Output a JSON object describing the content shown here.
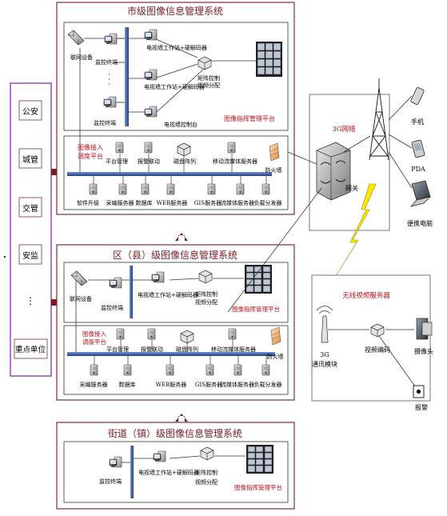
{
  "city": {
    "title": "市级图像信息管理系统",
    "labels": {
      "network_device": "联网设备",
      "monitor_terminal": "监控终端",
      "tv_workstation_a": "电视墙工作站+硬解码器",
      "tv_workstation_b": "电视墙工作站+硬解码器",
      "tv_console": "电视墙控制台",
      "matrix": "矩阵控制\n视频分配",
      "command_platform": "图像指挥管理平台",
      "access_platform": "图像接入\n调度平台",
      "platform_mgmt": "平台管理",
      "alarm_link": "报警联动",
      "disk_array": "磁盘阵列",
      "mobile_stream": "移动流媒体服务器",
      "firewall": "防火墙",
      "software_upgrade": "软件升级",
      "collect_server": "采编服务器",
      "database": "数据库",
      "web_server": "WEB服务器",
      "gis_server": "GIS服务器",
      "stream_server": "流媒体服务器",
      "load_balance": "负载分发器"
    }
  },
  "district": {
    "title": "区（县）级图像信息管理系统",
    "labels": {
      "network_device": "联网设备",
      "monitor_terminal": "监控终端",
      "tv_workstation": "电视墙工作站+硬解码器",
      "matrix": "矩阵控制\n视频分配",
      "command_platform": "图像指挥管理平台",
      "access_platform": "图像接入\n调度平台",
      "platform_mgmt": "平台管理",
      "alarm_link": "报警联动",
      "disk_array": "磁盘阵列",
      "mobile_stream": "移动流媒体服务器",
      "firewall": "防火墙",
      "collect_server": "采编服务器",
      "database": "数据库",
      "web_server": "WEB服务器",
      "gis_server": "GIS服务器",
      "stream_server": "流媒体服务器",
      "load_balance": "负载分发器"
    }
  },
  "street": {
    "title": "街道（镇）级图像信息管理系统",
    "labels": {
      "monitor_terminal": "监控终端",
      "tv_workstation": "电视墙工作站+硬解码器",
      "matrix": "矩阵控制\n视频分配",
      "command_platform": "图像指挥管理平台"
    }
  },
  "departments": [
    "公安",
    "城管",
    "交管",
    "安监",
    "⋮",
    "重点单位"
  ],
  "network": {
    "title": "3G网络",
    "gateway": "网关",
    "phone": "手机",
    "pda": "PDA",
    "laptop": "便携电脑"
  },
  "wireless": {
    "title": "无线视频服务器",
    "module": "3G\n通讯模块",
    "encoder": "视频编码",
    "camera": "摄像头",
    "alarm": "报警"
  },
  "colors": {
    "frame": "#7a2e36",
    "purple": "#8e3ea8",
    "arrow": "#7a1b24",
    "accent_red": "#c0101a",
    "bus_blue": "#3f63a8",
    "lightning": "#ffe800"
  }
}
